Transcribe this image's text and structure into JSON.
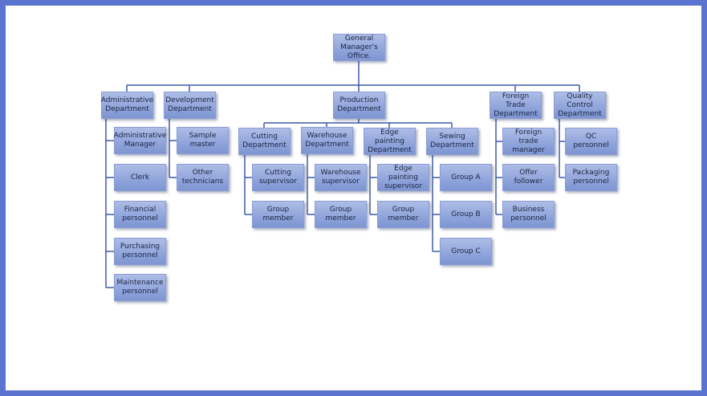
{
  "title": "Organization Chart",
  "colors": {
    "frame": "#5a74cf",
    "line": "#3f5aa8",
    "box": "#8fa4db"
  },
  "nodes": [
    {
      "id": "gm",
      "label": "General Manager's Office."
    },
    {
      "id": "admin",
      "label": "Administrative Department"
    },
    {
      "id": "dev",
      "label": "Development Department"
    },
    {
      "id": "prod",
      "label": "Production Department"
    },
    {
      "id": "foreign",
      "label": "Foreign Trade Department"
    },
    {
      "id": "qc",
      "label": "Quality Control Department"
    },
    {
      "id": "admin-manager",
      "label": "Administrative Manager"
    },
    {
      "id": "clerk",
      "label": "Clerk"
    },
    {
      "id": "financial",
      "label": "Financial personnel"
    },
    {
      "id": "purchasing",
      "label": "Purchasing personnel"
    },
    {
      "id": "maintenance",
      "label": "Maintenance personnel"
    },
    {
      "id": "sample-master",
      "label": "Sample master"
    },
    {
      "id": "other-tech",
      "label": "Other technicians"
    },
    {
      "id": "cutting",
      "label": "Cutting Department"
    },
    {
      "id": "warehouse",
      "label": "Warehouse Department"
    },
    {
      "id": "edge",
      "label": "Edge painting Department"
    },
    {
      "id": "sewing",
      "label": "Sewing Department"
    },
    {
      "id": "cutting-sup",
      "label": "Cutting supervisor"
    },
    {
      "id": "cutting-grp",
      "label": "Group member"
    },
    {
      "id": "warehouse-sup",
      "label": "Warehouse supervisor"
    },
    {
      "id": "warehouse-grp",
      "label": "Group member"
    },
    {
      "id": "edge-sup",
      "label": "Edge painting supervisor"
    },
    {
      "id": "edge-grp",
      "label": "Group member"
    },
    {
      "id": "group-a",
      "label": "Group A"
    },
    {
      "id": "group-b",
      "label": "Group B"
    },
    {
      "id": "group-c",
      "label": "Group C"
    },
    {
      "id": "ft-manager",
      "label": "Foreign trade manager"
    },
    {
      "id": "offer",
      "label": "Offer follower"
    },
    {
      "id": "business",
      "label": "Business personnel"
    },
    {
      "id": "qc-personnel",
      "label": "QC personnel"
    },
    {
      "id": "packaging",
      "label": "Packaging personnel"
    }
  ]
}
